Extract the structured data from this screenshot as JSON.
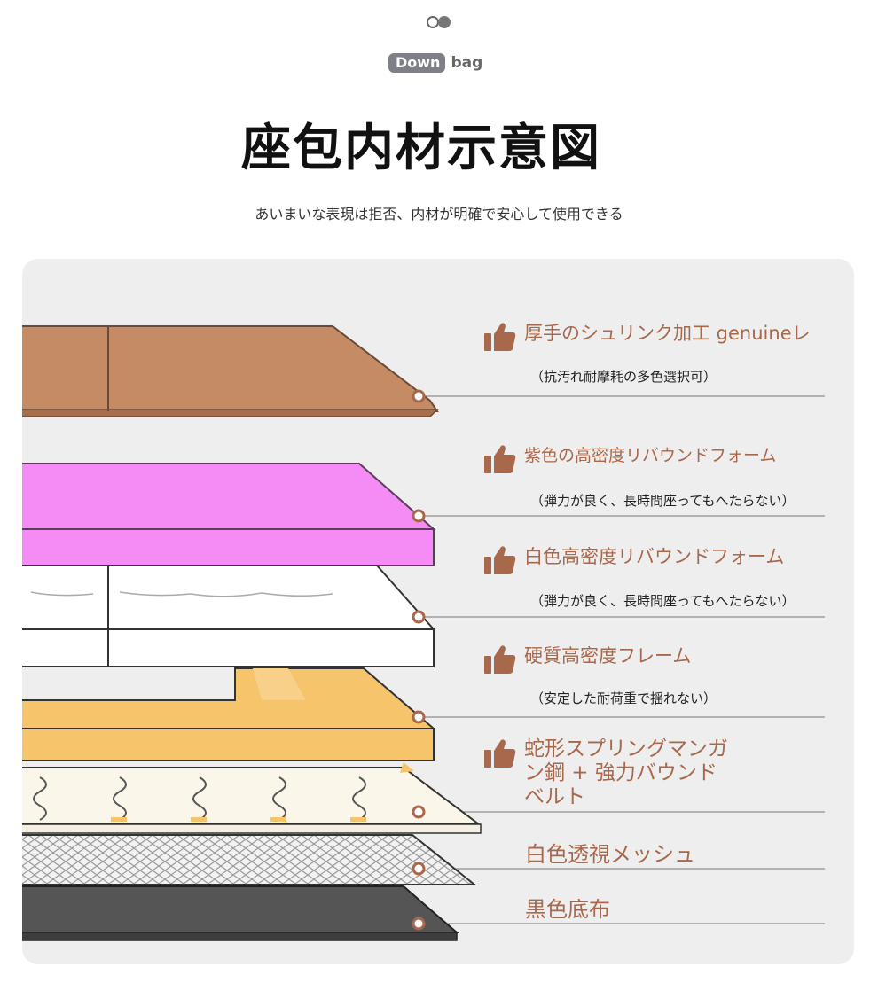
{
  "header": {
    "brand_pill": "Down",
    "brand_text": "bag",
    "title": "座包内材示意図",
    "subtitle": "あいまいな表現は拒否、内材が明確で安心して使用できる"
  },
  "layers": [
    {
      "name": "厚手のシュリンク加工 genuineレ",
      "note": "（抗汚れ耐摩耗の多色選択可）"
    },
    {
      "name": "紫色の高密度リバウンドフォーム",
      "note": "（弾力が良く、長時間座ってもへたらない）"
    },
    {
      "name": "白色高密度リバウンドフォーム",
      "note": "（弾力が良く、長時間座ってもへたらない）"
    },
    {
      "name": "硬質高密度フレーム",
      "note": "（安定した耐荷重で揺れない）"
    },
    {
      "name": "蛇形スプリングマンガン鋼 + 強力バウンドベルト",
      "note": ""
    },
    {
      "name": "白色透視メッシュ",
      "note": ""
    },
    {
      "name": "黒色底布",
      "note": ""
    }
  ],
  "colors": {
    "label": "#a8684c",
    "leather": "#c58b64",
    "purple_foam": "#f58cf5",
    "white_foam": "#ffffff",
    "frame": "#f5c46b",
    "mesh": "#dcdcdc",
    "bottom": "#555555",
    "marker": "#a8684c"
  },
  "icons": {
    "layer_label": "thumbs-up-icon",
    "header": "toggle-dots-icon"
  }
}
